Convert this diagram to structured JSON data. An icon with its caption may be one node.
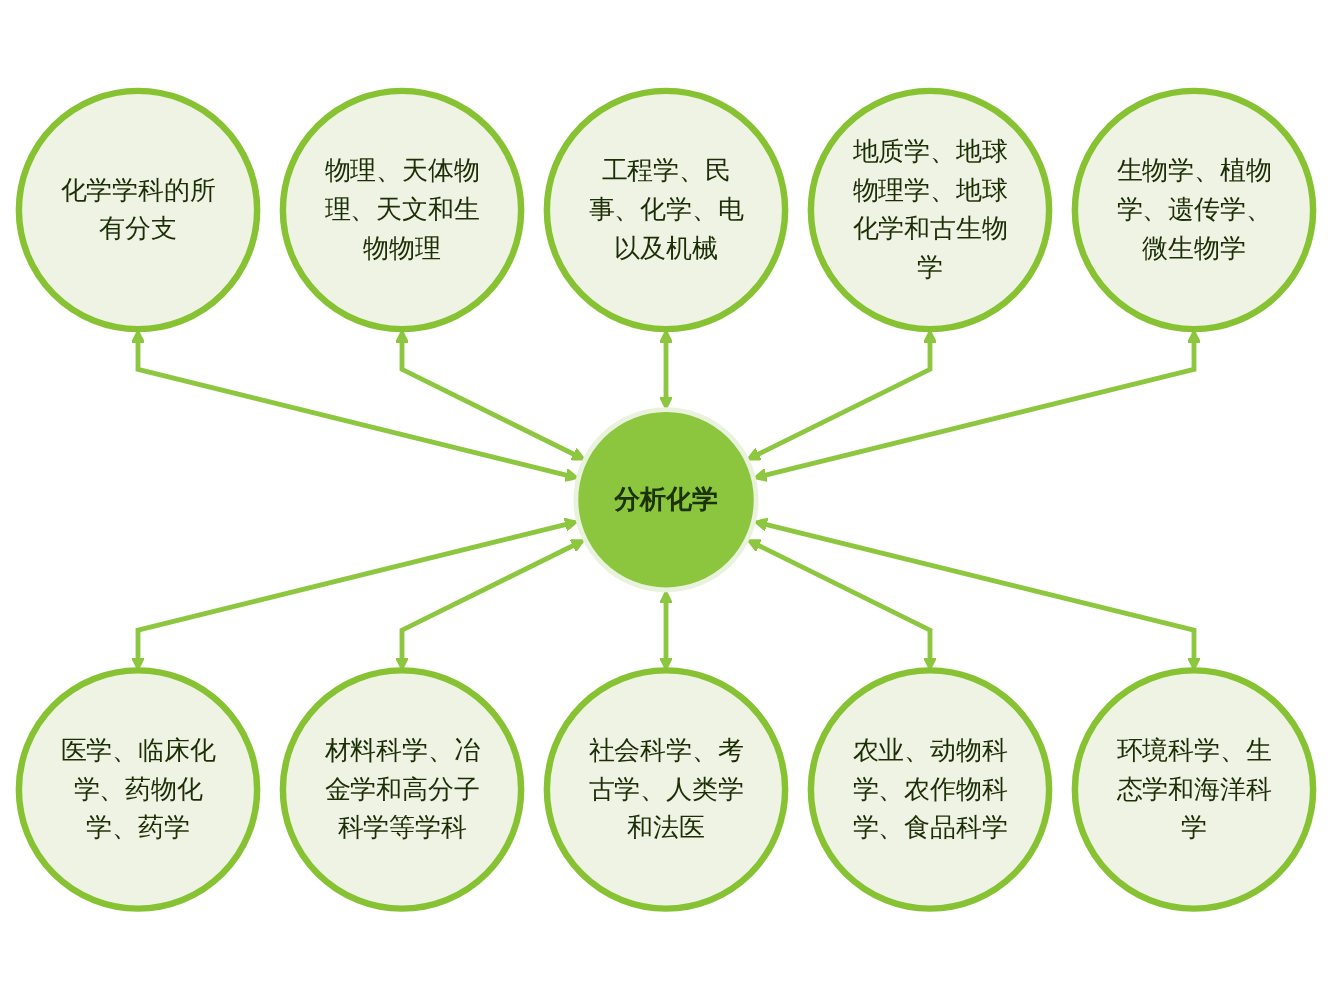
{
  "diagram": {
    "nodes": [
      {
        "text": [
          "分析化学"
        ]
      },
      {
        "text": [
          "化学学科的所有分支"
        ]
      },
      {
        "text": [
          "物理、天体物理、天文和生物物理"
        ]
      },
      {
        "text": [
          "工程学、民事、化学、电以及机械"
        ]
      },
      {
        "text": [
          "医学、临床化学、药物化学、药学"
        ]
      },
      {
        "text": [
          "材料科学、冶金学和高分子科学等学科"
        ]
      },
      {
        "text": [
          "社会科学、考古学、人类学和法医"
        ]
      },
      {
        "text": [
          "农业、动物科学、农作物科学、食品科学"
        ]
      },
      {
        "text": [
          "环境科学、生态学和海洋科学"
        ]
      },
      {
        "text": [
          "地质学、地球物理学、地球化学和古生物学"
        ]
      },
      {
        "text": [
          "生物学、植物学、遗传学、微生物学"
        ]
      }
    ],
    "edges": [
      {
        "from": 1,
        "to": 0,
        "arrow": "both"
      },
      {
        "from": 2,
        "to": 0,
        "arrow": "both"
      },
      {
        "from": 3,
        "to": 0,
        "arrow": "both"
      },
      {
        "from": 0,
        "to": 4,
        "arrow": "both"
      },
      {
        "from": 0,
        "to": 5,
        "arrow": "both"
      },
      {
        "from": 0,
        "to": 6,
        "arrow": "both"
      },
      {
        "from": 0,
        "to": 7,
        "arrow": "both"
      },
      {
        "from": 0,
        "to": 8,
        "arrow": "both"
      },
      {
        "from": 9,
        "to": 0,
        "arrow": "both"
      },
      {
        "from": 10,
        "to": 0,
        "arrow": "both"
      }
    ]
  }
}
